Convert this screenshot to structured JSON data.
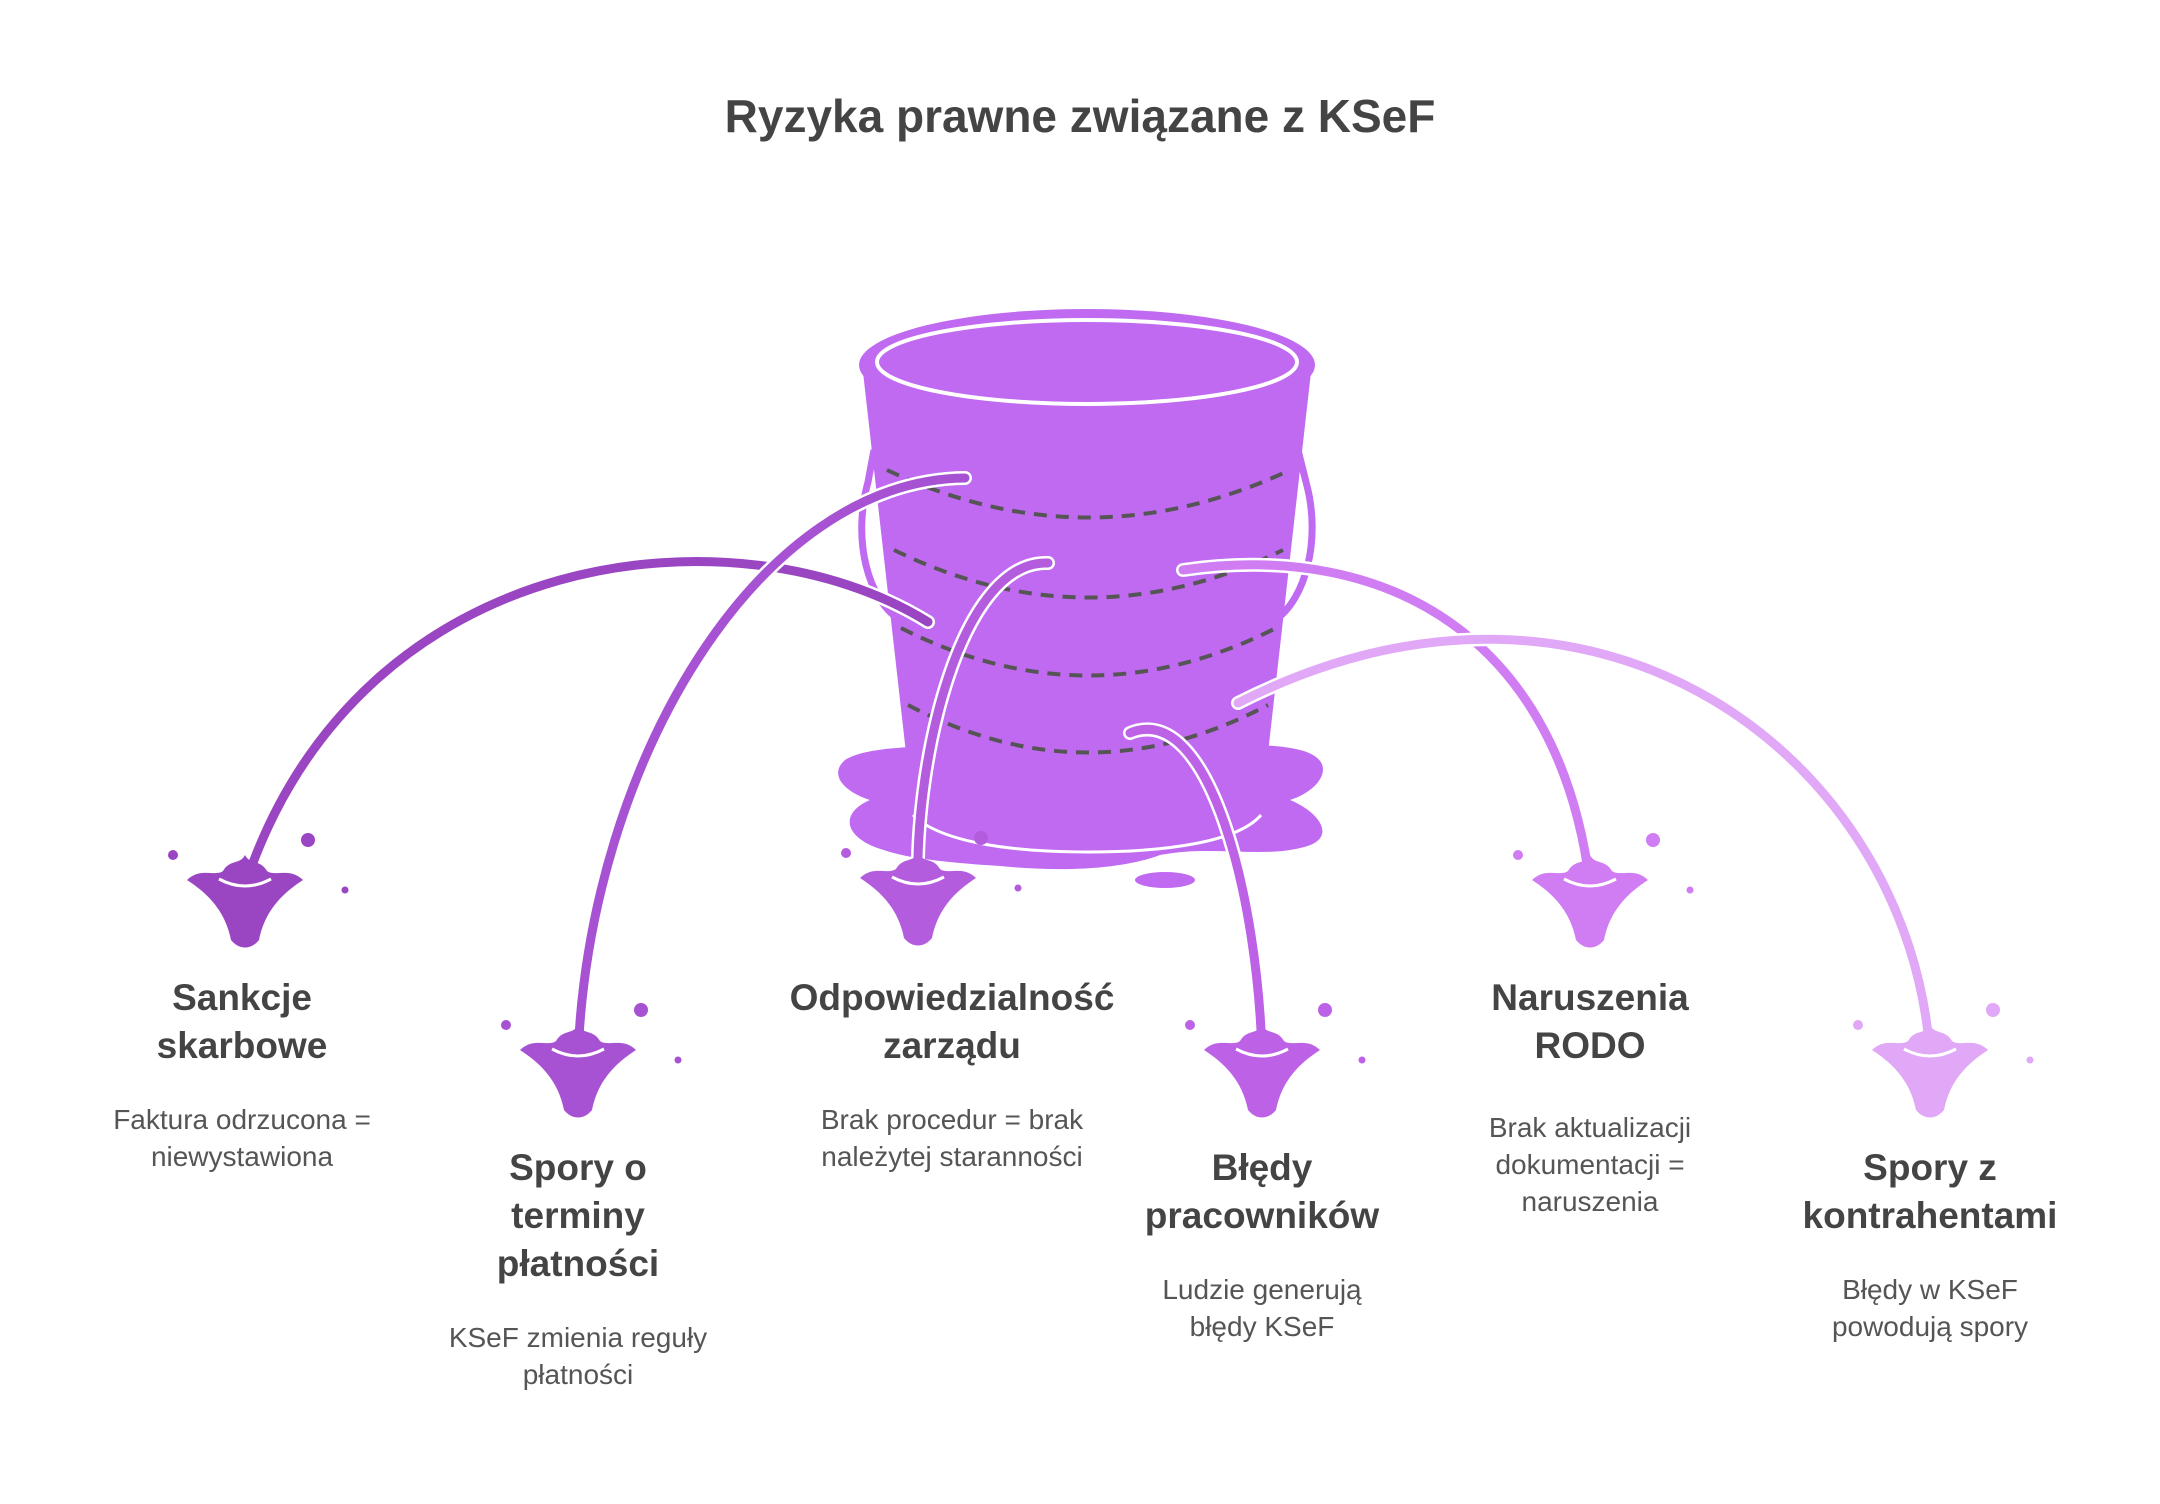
{
  "title": "Ryzyka prawne związane z KSeF",
  "colors": {
    "bucket": "#bf6af0",
    "bucket_dark": "#a94fe0",
    "stripe": "#555555",
    "text_heading": "#444444",
    "text_body": "#555555"
  },
  "risks": [
    {
      "id": "sankcje",
      "color": "#9a45c2",
      "label_lines": [
        "Sankcje",
        "skarbowe"
      ],
      "desc_lines": [
        "Faktura odrzucona =",
        "niewystawiona"
      ]
    },
    {
      "id": "spory-terminy",
      "color": "#a752d2",
      "label_lines": [
        "Spory o",
        "terminy",
        "płatności"
      ],
      "desc_lines": [
        "KSeF zmienia reguły",
        "płatności"
      ]
    },
    {
      "id": "odpowiedzialnosc",
      "color": "#b45cde",
      "label_lines": [
        "Odpowiedzialność",
        "zarządu"
      ],
      "desc_lines": [
        "Brak procedur = brak",
        "należytej staranności"
      ]
    },
    {
      "id": "bledy-pracownikow",
      "color": "#bd62e6",
      "label_lines": [
        "Błędy",
        "pracowników"
      ],
      "desc_lines": [
        "Ludzie generują",
        "błędy KSeF"
      ]
    },
    {
      "id": "rodo",
      "color": "#d07cf2",
      "label_lines": [
        "Naruszenia",
        "RODO"
      ],
      "desc_lines": [
        "Brak aktualizacji",
        "dokumentacji =",
        "naruszenia"
      ]
    },
    {
      "id": "spory-kontrahenci",
      "color": "#e0a8f6",
      "label_lines": [
        "Spory z",
        "kontrahentami"
      ],
      "desc_lines": [
        "Błędy w KSeF",
        "powodują spory"
      ]
    }
  ]
}
